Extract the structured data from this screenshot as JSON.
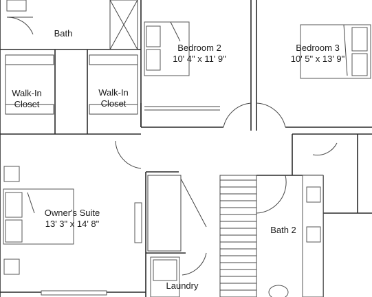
{
  "rooms": {
    "bath": {
      "name": "Bath"
    },
    "walkin_left": {
      "name": "Walk-In Closet"
    },
    "walkin_right": {
      "name": "Walk-In Closet"
    },
    "bedroom2": {
      "name": "Bedroom 2",
      "dims": "10' 4\" x 11' 9\""
    },
    "bedroom3": {
      "name": "Bedroom 3",
      "dims": "10' 5\" x 13' 9\""
    },
    "owners_suite": {
      "name": "Owner's Suite",
      "dims": "13' 3\" x 14' 8\""
    },
    "bath2": {
      "name": "Bath 2"
    },
    "laundry": {
      "name": "Laundry"
    }
  },
  "walkin_label": {
    "line1": "Walk-In",
    "line2": "Closet"
  }
}
